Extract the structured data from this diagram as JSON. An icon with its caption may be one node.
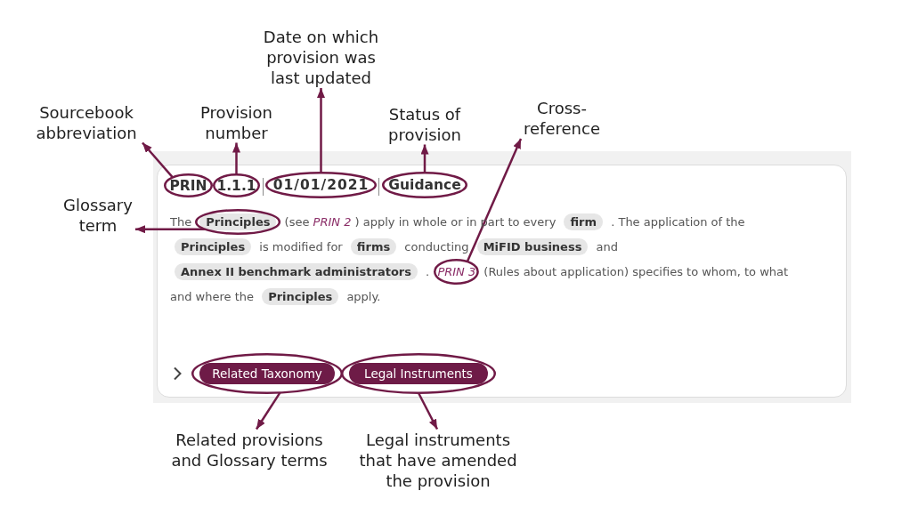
{
  "diagram": {
    "nodes": [
      {
        "text": [
          "Date on which provision was last updated"
        ]
      },
      {
        "text": [
          "Sourcebook abbreviation"
        ]
      },
      {
        "text": [
          "Provision number"
        ]
      },
      {
        "text": [
          "Status of provision"
        ]
      },
      {
        "text": [
          "Cross-reference"
        ]
      },
      {
        "text": [
          "Glossary term"
        ]
      },
      {
        "text": [
          "The **Principles** (see *PRIN 2* ) apply in whole or in part to every **firm** . The application of the **Principles** is modified for **firms** conducting **MiFID business** and **Annex II benchmark administrators** . *PRIN 3* (Rules about application) specifies to whom, to what and where the **Principles** apply."
        ]
      },
      {
        "text": [
          "PRIN"
        ],
        "in": 6
      },
      {
        "text": [
          "1.1.1"
        ],
        "in": 6
      },
      {
        "text": [
          "01/01/2021"
        ],
        "in": 6
      },
      {
        "text": [
          "Guidance"
        ],
        "in": 6
      },
      {
        "text": [],
        "shape": "ellipse",
        "in": 6
      },
      {
        "text": [],
        "shape": "ellipse",
        "in": 6
      },
      {
        "text": [
          "Related Taxonomy"
        ],
        "in": 6
      },
      {
        "text": [
          "Legal Instruments"
        ],
        "in": 6
      },
      {
        "text": [
          "Related provisions and Glossary terms"
        ]
      },
      {
        "text": [
          "Legal instruments that have amended the provision"
        ]
      }
    ],
    "edges": [
      {
        "from": 7,
        "to": 1,
        "arrow": "to"
      },
      {
        "from": 8,
        "to": 2,
        "arrow": "to"
      },
      {
        "from": 9,
        "to": 0,
        "arrow": "to"
      },
      {
        "from": 10,
        "to": 3,
        "arrow": "to"
      },
      {
        "from": 12,
        "to": 4,
        "arrow": "to"
      },
      {
        "from": 11,
        "to": 5,
        "arrow": "to"
      },
      {
        "from": 13,
        "to": 15,
        "arrow": "to"
      },
      {
        "from": 14,
        "to": 16,
        "arrow": "to"
      }
    ]
  }
}
